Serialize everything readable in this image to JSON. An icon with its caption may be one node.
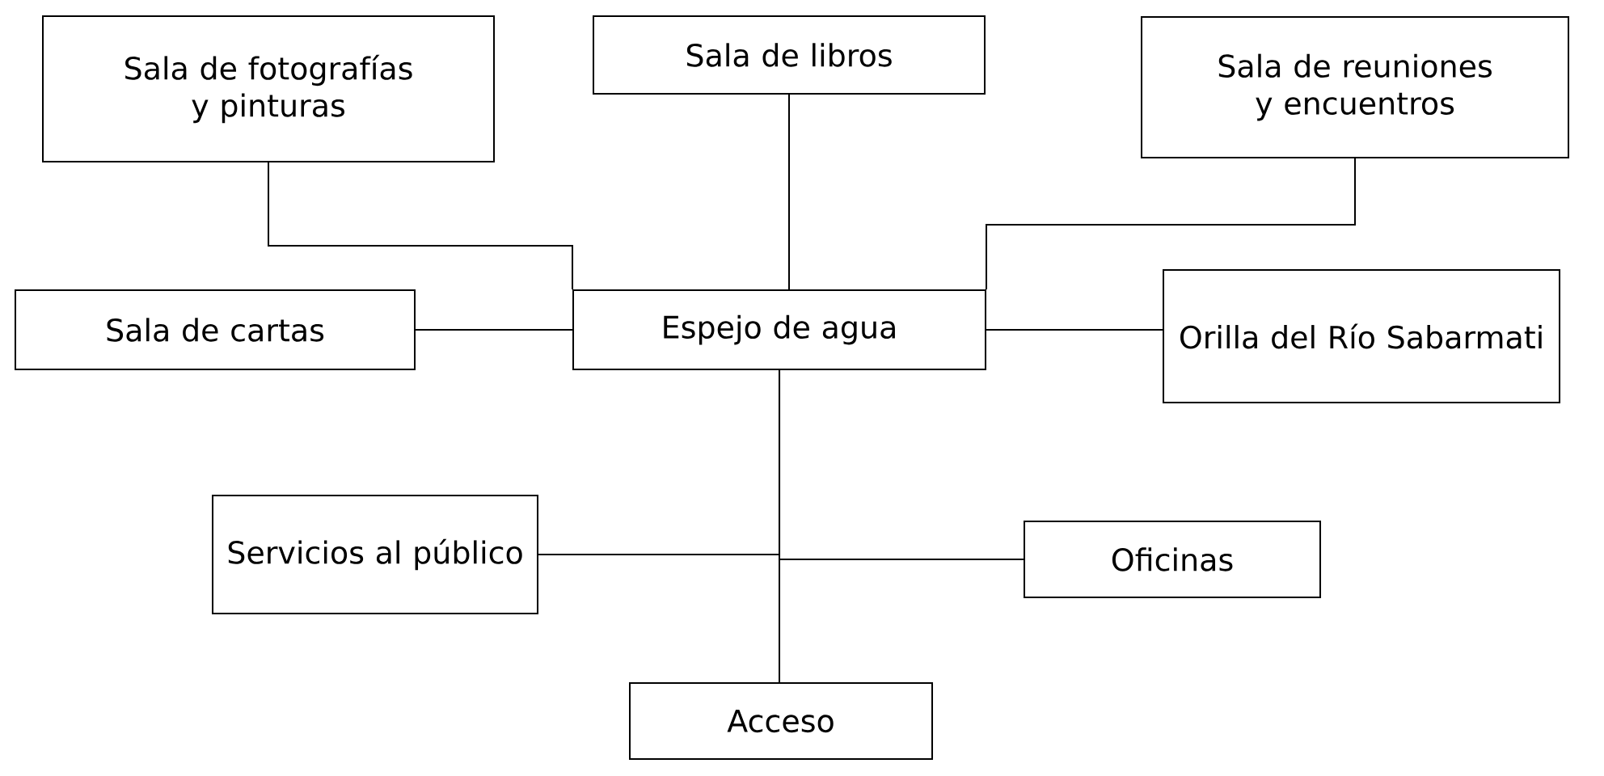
{
  "diagram": {
    "nodes": [
      {
        "text": [
          "Sala de fotografías y pinturas"
        ]
      },
      {
        "text": [
          "Sala de libros"
        ]
      },
      {
        "text": [
          "Sala de reuniones y encuentros"
        ]
      },
      {
        "text": [
          "Sala de cartas"
        ]
      },
      {
        "text": [
          "Espejo de agua"
        ]
      },
      {
        "text": [
          "Orilla del Río Sabarmati"
        ]
      },
      {
        "text": [
          "Servicios al público"
        ]
      },
      {
        "text": [
          "Oficinas"
        ]
      },
      {
        "text": [
          "Acceso"
        ]
      }
    ],
    "edges": [
      {
        "from": 0,
        "to": 4,
        "arrow": "none"
      },
      {
        "from": 1,
        "to": 4,
        "arrow": "none"
      },
      {
        "from": 2,
        "to": 4,
        "arrow": "none"
      },
      {
        "from": 3,
        "to": 4,
        "arrow": "none"
      },
      {
        "from": 4,
        "to": 5,
        "arrow": "none"
      },
      {
        "from": 4,
        "to": 6,
        "arrow": "none"
      },
      {
        "from": 4,
        "to": 7,
        "arrow": "none"
      },
      {
        "from": 4,
        "to": 8,
        "arrow": "none"
      }
    ]
  }
}
